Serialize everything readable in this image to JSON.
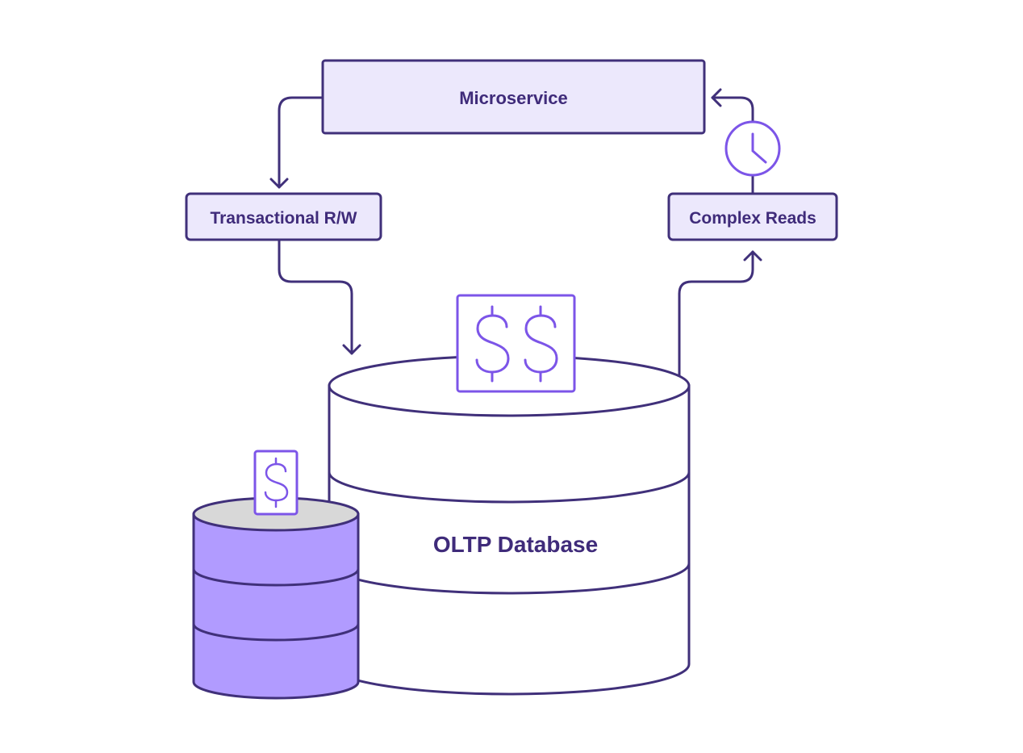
{
  "nodes": {
    "microservice": "Microservice",
    "transactional": "Transactional R/W",
    "complex_reads": "Complex Reads",
    "oltp_database": "OLTP Database"
  },
  "cost_symbols": {
    "large_badge": "$$",
    "small_badge": "$"
  },
  "icons": [
    "dollar-icon",
    "clock-icon",
    "database-icon",
    "arrow-icon"
  ],
  "colors": {
    "stroke": "#40307a",
    "box_fill": "#ece8fc",
    "accent": "#7c55e8",
    "small_db_fill": "#b19bff",
    "small_db_top": "#d8d8d8"
  }
}
